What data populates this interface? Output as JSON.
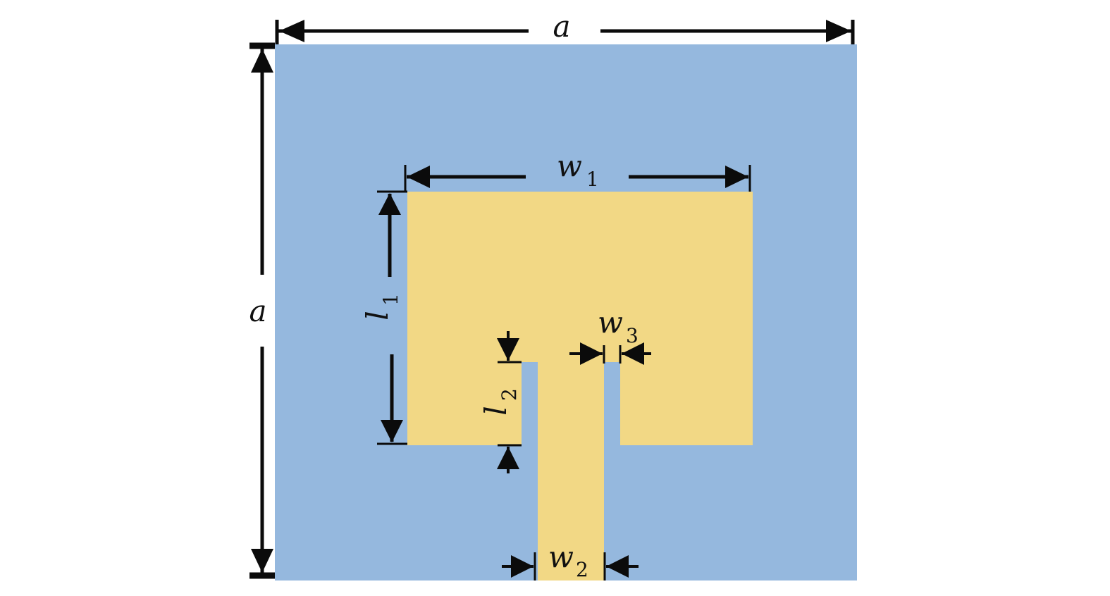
{
  "colors": {
    "substrate": "#95b8de",
    "patch": "#f2d885",
    "ink": "#0b0b0b"
  },
  "labels": {
    "a_top": "a",
    "a_left": "a",
    "w1": {
      "base": "w",
      "sub": "1"
    },
    "w2": {
      "base": "w",
      "sub": "2"
    },
    "w3": {
      "base": "w",
      "sub": "3"
    },
    "l1": {
      "base": "l",
      "sub": "1"
    },
    "l2": {
      "base": "l",
      "sub": "2"
    }
  }
}
